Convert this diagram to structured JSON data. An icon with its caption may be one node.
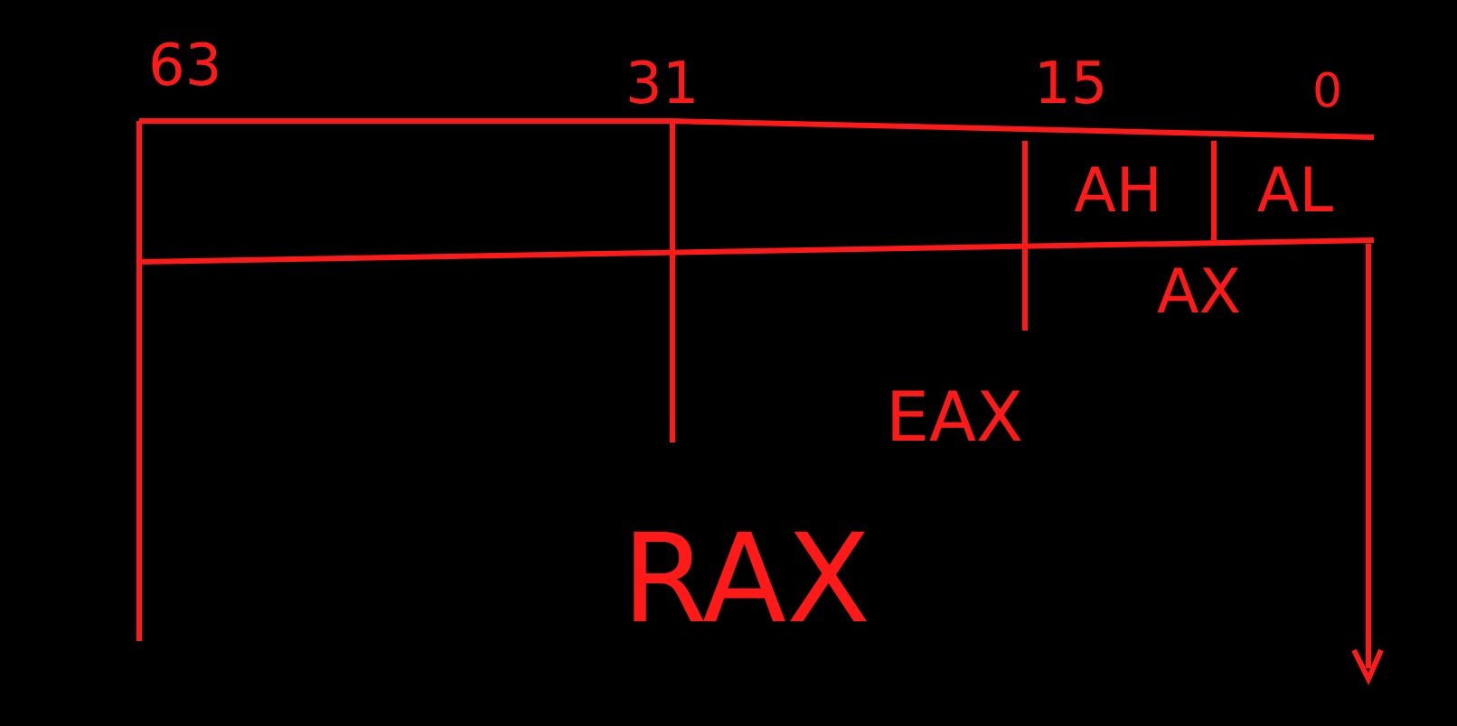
{
  "diagram": {
    "nodes": [
      {
        "text": [
          "AH"
        ]
      },
      {
        "text": [
          "AL"
        ]
      }
    ],
    "edges": [],
    "labels": [
      "63",
      "31",
      "15",
      "0",
      "AX",
      "EAX",
      "RAX"
    ]
  }
}
